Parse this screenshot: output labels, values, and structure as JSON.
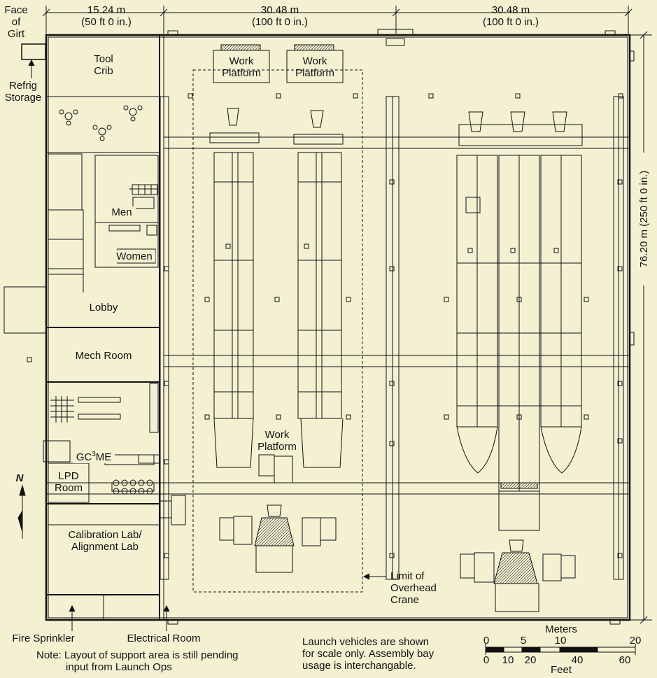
{
  "dimensions": {
    "left": {
      "metric": "15.24 m",
      "imperial": "(50 ft 0 in.)"
    },
    "middle": {
      "metric": "30.48 m",
      "imperial": "(100 ft 0 in.)"
    },
    "right": {
      "metric": "30.48 m",
      "imperial": "(100 ft 0 in.)"
    },
    "height": "76.20 m (250 ft 0 in.)"
  },
  "labels": {
    "face_of_girt": [
      "Face",
      "of",
      "Girt"
    ],
    "refrig_storage": [
      "Refrig",
      "Storage"
    ],
    "tool_crib": [
      "Tool",
      "Crib"
    ],
    "men": "Men",
    "women": "Women",
    "lobby": "Lobby",
    "mech_room": "Mech Room",
    "gc3me": {
      "prefix": "GC",
      "sup": "3",
      "suffix": "ME"
    },
    "lpd_room": [
      "LPD",
      "Room"
    ],
    "calibration_lab": [
      "Calibration Lab/",
      "Alignment Lab"
    ],
    "work_platform_1": [
      "Work",
      "Platform"
    ],
    "work_platform_2": [
      "Work",
      "Platform"
    ],
    "work_platform_3": [
      "Work",
      "Platform"
    ],
    "limit_crane": [
      "Limit of",
      "Overhead",
      "Crane"
    ],
    "fire_sprinkler": "Fire Sprinkler",
    "electrical_room": "Electrical Room",
    "north": "N"
  },
  "notes": {
    "support_area": [
      "Note: Layout of support area is still pending",
      "input from Launch Ops"
    ],
    "launch_vehicles": [
      "Launch vehicles are shown",
      "for scale only.  Assembly bay",
      "usage is interchangable."
    ]
  },
  "scale": {
    "meters_title": "Meters",
    "meters_ticks": [
      "0",
      "5",
      "10",
      "20"
    ],
    "feet_ticks": [
      "0",
      "10",
      "20",
      "40",
      "60"
    ],
    "feet_title": "Feet"
  },
  "colors": {
    "background": "#f4f0d2",
    "line": "#111111"
  }
}
